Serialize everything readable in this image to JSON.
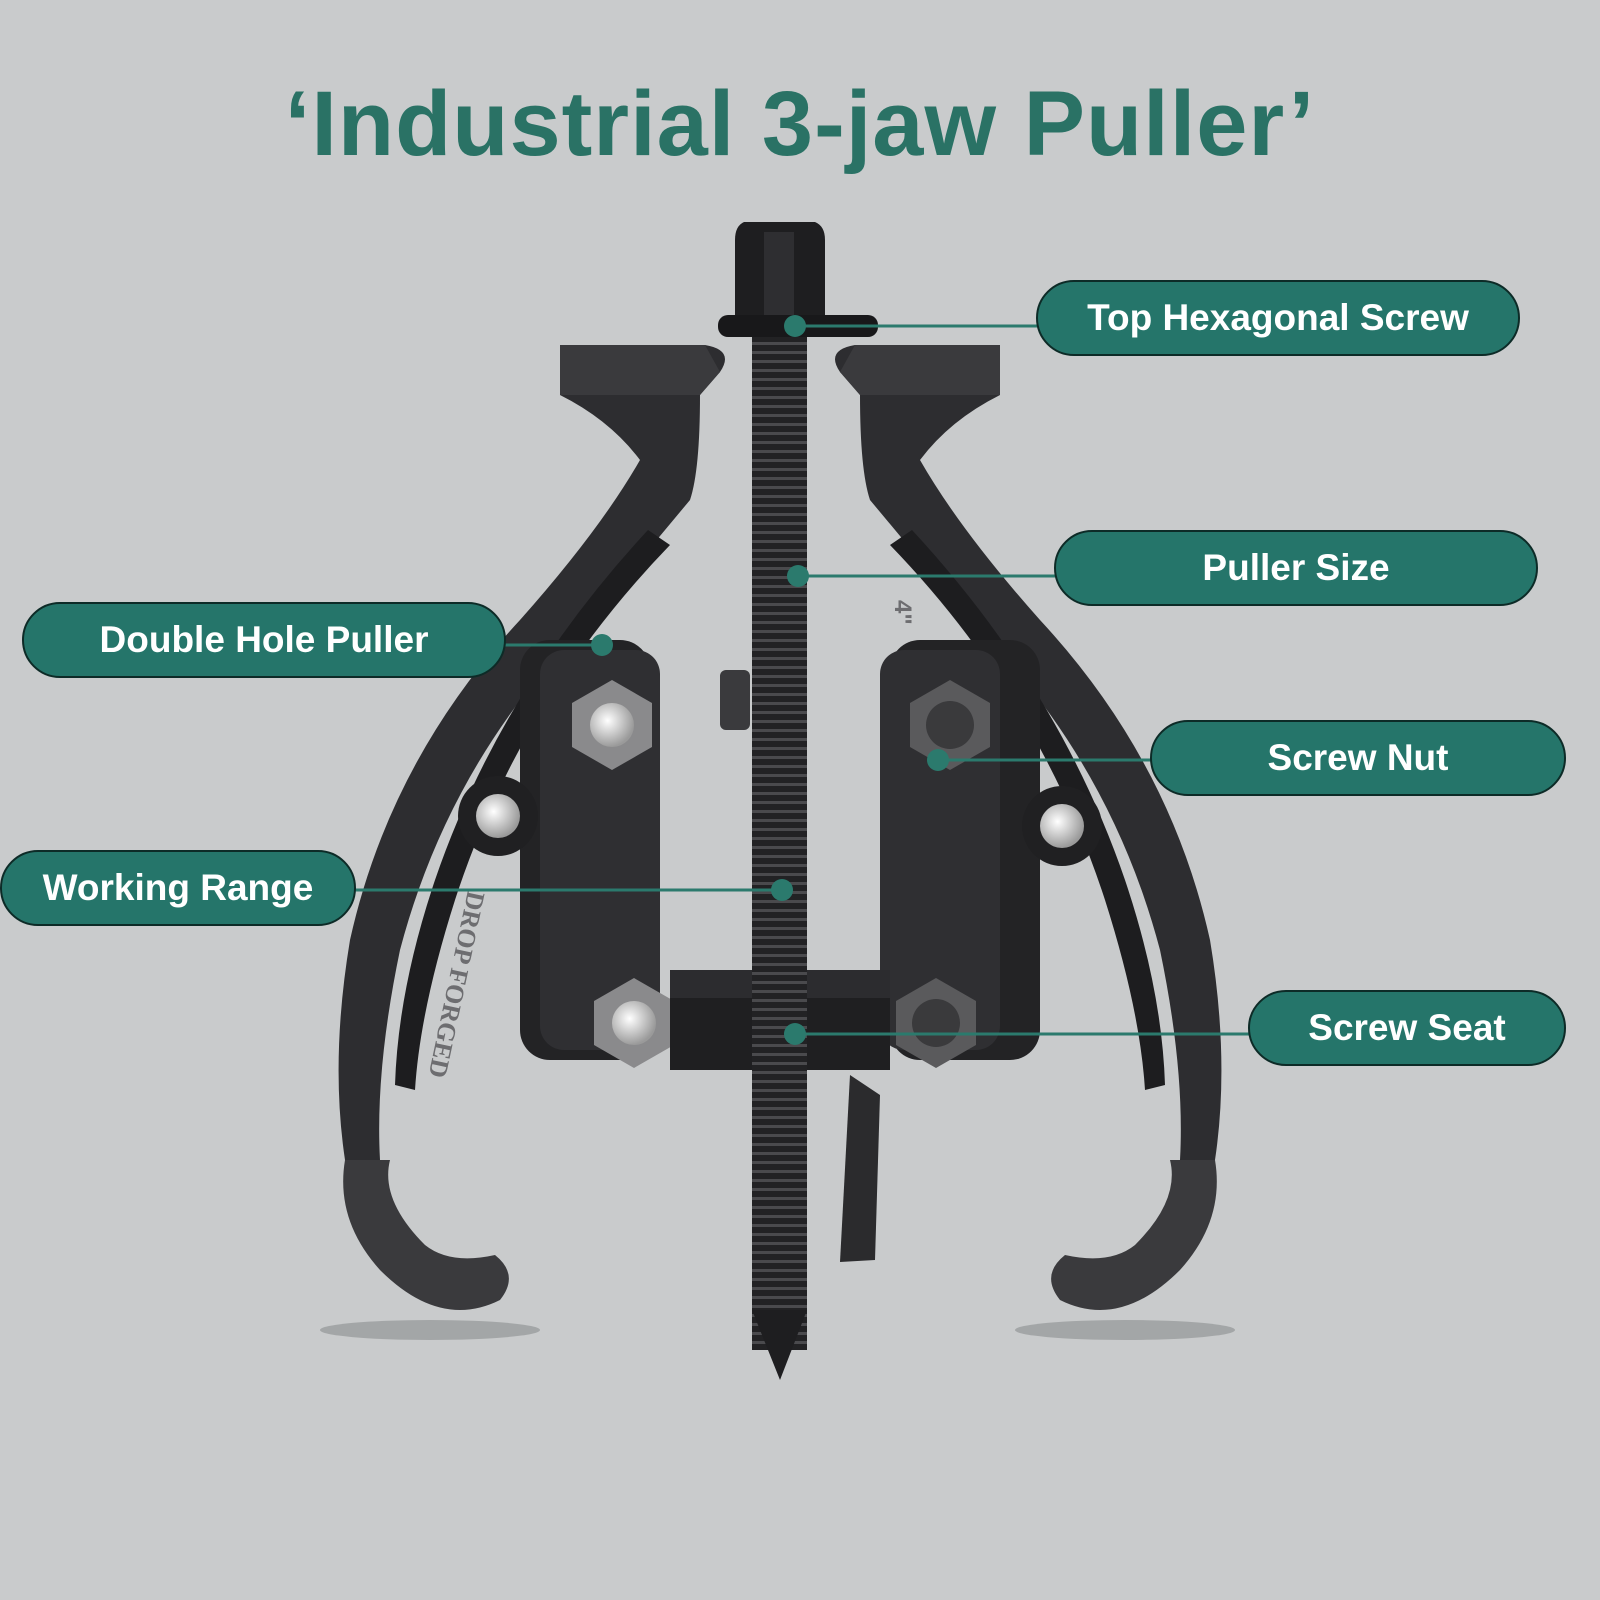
{
  "title": "‘Industrial 3-jaw Puller’",
  "tool": {
    "left_arm_engraving": "DROP FORGED",
    "right_arm_engraving": "4\""
  },
  "callouts": {
    "top_hexagonal_screw": "Top Hexagonal Screw",
    "puller_size": "Puller Size",
    "double_hole_puller": "Double Hole Puller",
    "screw_nut": "Screw Nut",
    "working_range": "Working Range",
    "screw_seat": "Screw Seat"
  },
  "colors": {
    "background": "#c9cbcc",
    "accent": "#25756a",
    "title": "#2a7265",
    "tool": "#2b2b2d"
  }
}
